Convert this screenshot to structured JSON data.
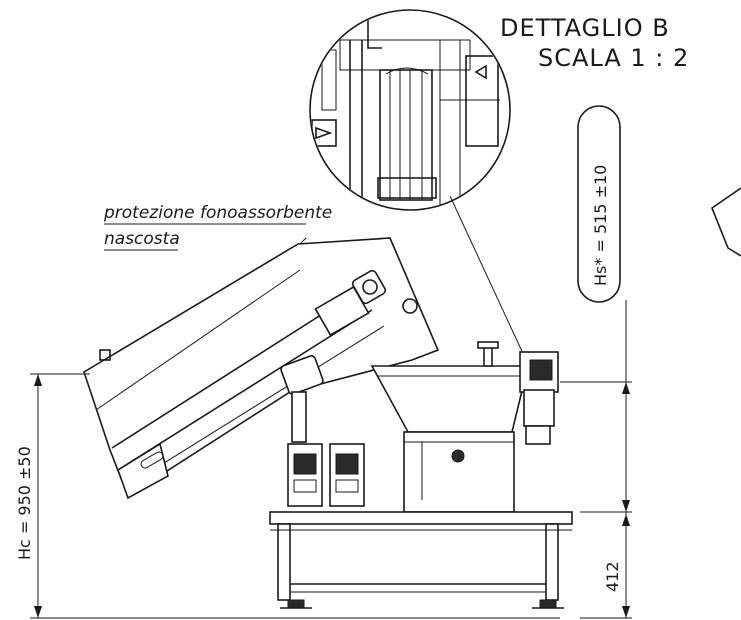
{
  "detail": {
    "title_line1": "DETTAGLIO B",
    "title_line2": "SCALA 1 : 2"
  },
  "note": {
    "line1": "protezione fonoassorbente",
    "line2": "nascosta"
  },
  "dimensions": {
    "hc": "Hc = 950 ±50",
    "hs": "Hs* = 515 ±10",
    "h412": "412"
  }
}
